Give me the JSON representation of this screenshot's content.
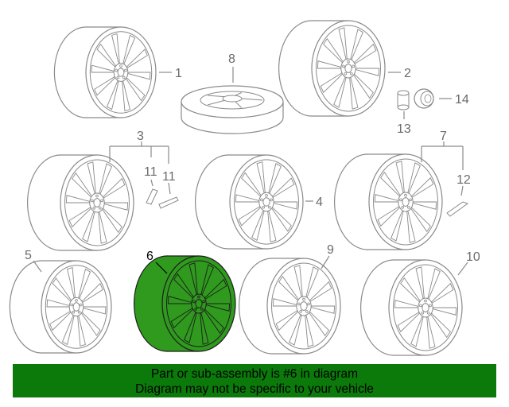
{
  "diagram": {
    "highlight_color": "#2f9a1e",
    "line_color": "#8a8a8a",
    "parts": [
      {
        "id": "wheel-1",
        "label": "1"
      },
      {
        "id": "wheel-2",
        "label": "2"
      },
      {
        "id": "wheel-3",
        "label": "3"
      },
      {
        "id": "wheel-4",
        "label": "4"
      },
      {
        "id": "wheel-5",
        "label": "5"
      },
      {
        "id": "wheel-6",
        "label": "6",
        "highlighted": true
      },
      {
        "id": "wheel-7",
        "label": "7"
      },
      {
        "id": "spare-8",
        "label": "8"
      },
      {
        "id": "wheel-9",
        "label": "9"
      },
      {
        "id": "wheel-10",
        "label": "10"
      },
      {
        "id": "insert-11a",
        "label": "11"
      },
      {
        "id": "insert-11b",
        "label": "11"
      },
      {
        "id": "insert-12",
        "label": "12"
      },
      {
        "id": "lug-nut-13",
        "label": "13"
      },
      {
        "id": "cap-14",
        "label": "14"
      }
    ]
  },
  "banner": {
    "line1": "Part or sub-assembly is #6 in diagram",
    "line2": "Diagram may not be specific to your vehicle",
    "background": "#0b7a0b"
  }
}
